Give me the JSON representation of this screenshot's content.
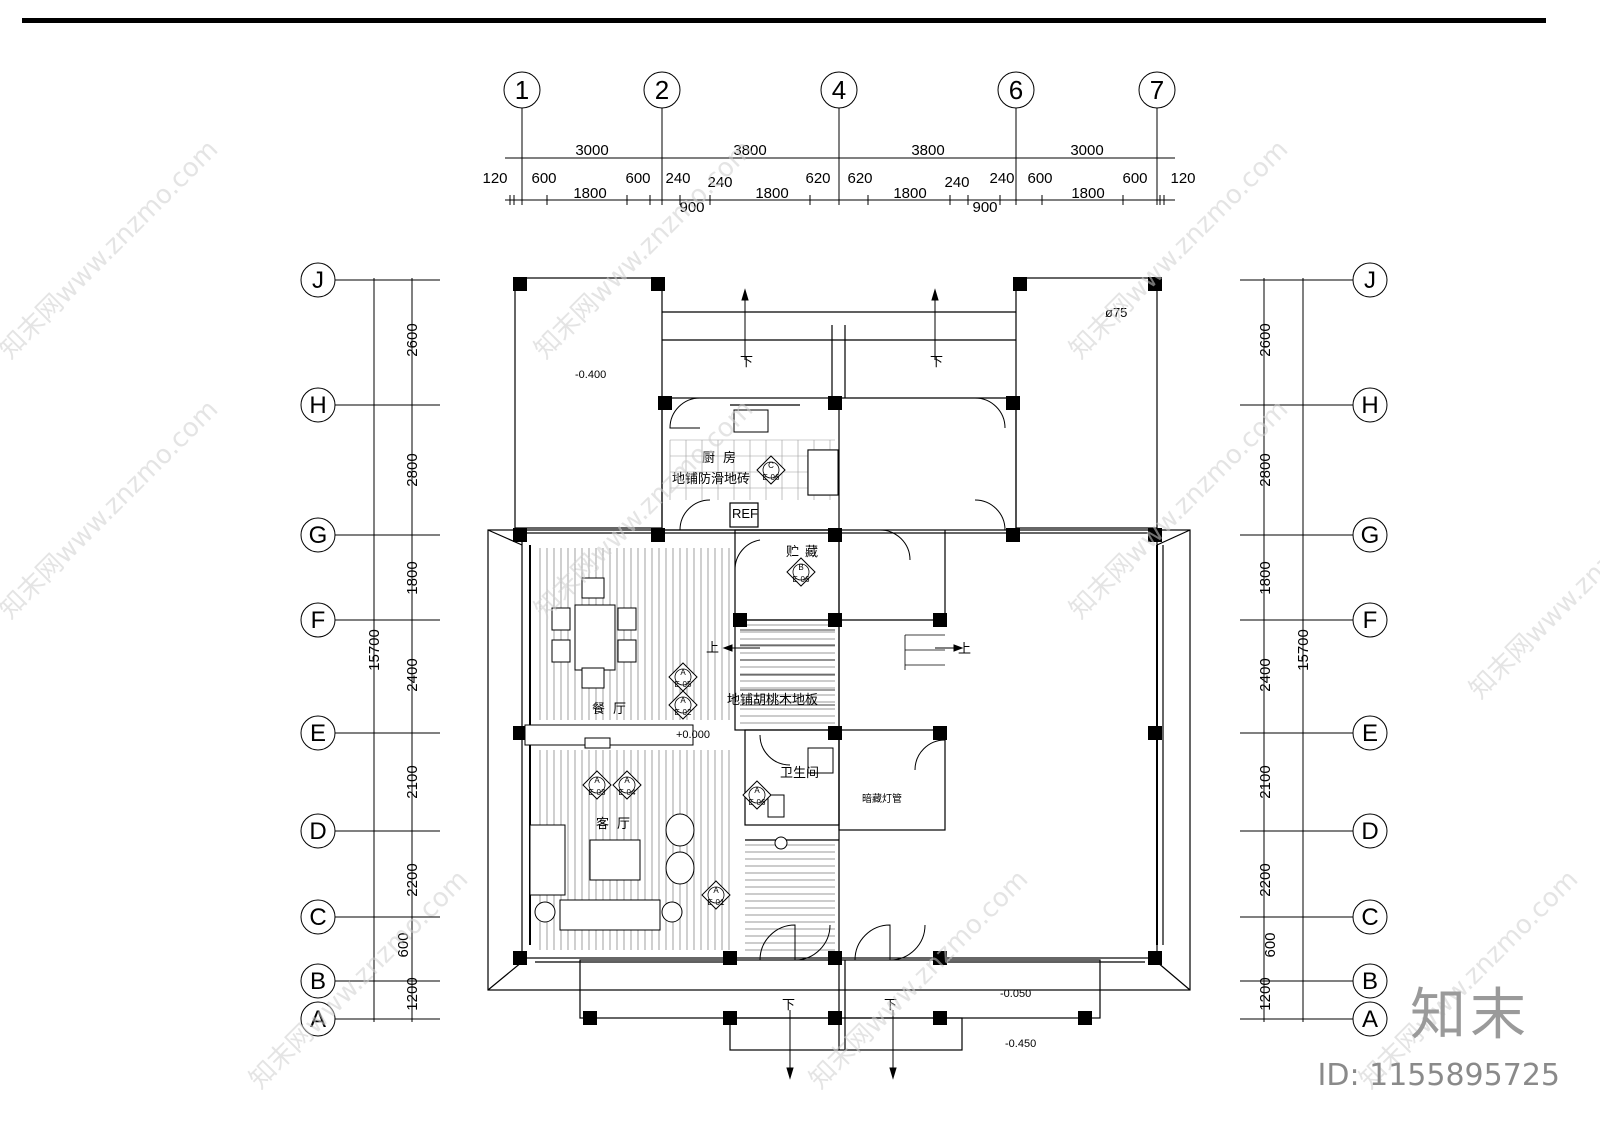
{
  "axes_top": {
    "labels": [
      "1",
      "2",
      "4",
      "6",
      "7"
    ],
    "spans": [
      "3000",
      "3800",
      "3800",
      "3000"
    ],
    "subdims_upper": [
      "120",
      "600",
      "600",
      "240",
      "240",
      "620",
      "620",
      "240",
      "240",
      "600",
      "600",
      "120"
    ],
    "subdims_lower": [
      "1800",
      "900",
      "1800",
      "1800",
      "900",
      "1800"
    ]
  },
  "axes_side": {
    "labels": [
      "J",
      "H",
      "G",
      "F",
      "E",
      "D",
      "C",
      "B",
      "A"
    ],
    "spans": [
      "2600",
      "2800",
      "1800",
      "2400",
      "2100",
      "2200",
      "600",
      "1200"
    ],
    "total": "15700"
  },
  "rooms": {
    "kitchen": "厨房",
    "kitchen_floor": "地铺防滑地砖",
    "fridge": "REF",
    "storage": "贮藏",
    "dining": "餐厅",
    "living": "客厅",
    "bath": "卫生间",
    "wood_floor": "地铺胡桃木地板",
    "hidden_light": "暗藏灯管"
  },
  "levels": {
    "l1": "-0.400",
    "l2": "+0.000",
    "l3": "-0.050",
    "l4": "-0.450"
  },
  "pipe": "ø75",
  "stair_up": "上",
  "stair_down": "下",
  "markers": [
    "E-06",
    "E-06",
    "E-05",
    "E-02",
    "E-03",
    "E-04",
    "E-06",
    "E-01"
  ],
  "marker_letters": [
    "C",
    "B",
    "A",
    "A",
    "A",
    "A",
    "A",
    "A"
  ],
  "watermark": "知末网www.znzmo.com",
  "brand": "知末",
  "id_text": "ID: 1155895725"
}
